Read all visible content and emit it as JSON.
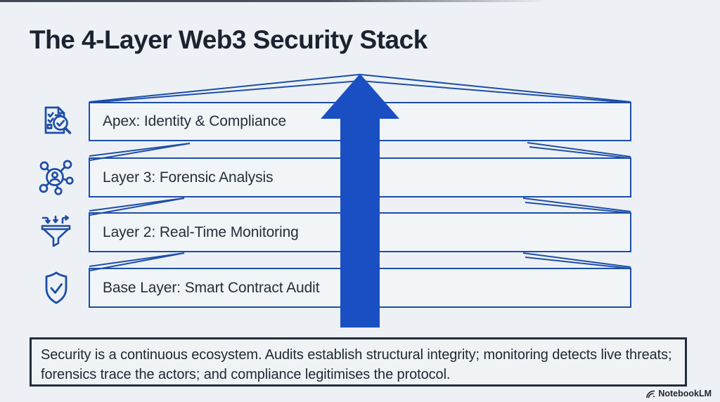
{
  "title": "The 4-Layer Web3 Security Stack",
  "layers": [
    {
      "label": "Apex: Identity & Compliance",
      "icon": "document-audit-magnifier-icon"
    },
    {
      "label": "Layer 3: Forensic Analysis",
      "icon": "network-nodes-person-icon"
    },
    {
      "label": "Layer 2: Real-Time Monitoring",
      "icon": "funnel-intake-arrows-icon"
    },
    {
      "label": "Base Layer: Smart Contract Audit",
      "icon": "shield-checkmark-icon"
    }
  ],
  "summary": "Security is a continuous ecosystem. Audits establish structural integrity; monitoring detects live threats; forensics trace the actors; and compliance legitimises the protocol.",
  "watermark": {
    "label": "NotebookLM"
  },
  "colors": {
    "background": "#edf1f5",
    "box_fill": "#f1f5f8",
    "stack_outline_blue": "#1d4ea8",
    "arrow_blue": "#1a4fc4",
    "icon_blue": "#1e4da6",
    "title_text": "#1b2330",
    "label_text": "#262e38",
    "summary_border": "#222c3a",
    "summary_text": "#1f2731"
  }
}
